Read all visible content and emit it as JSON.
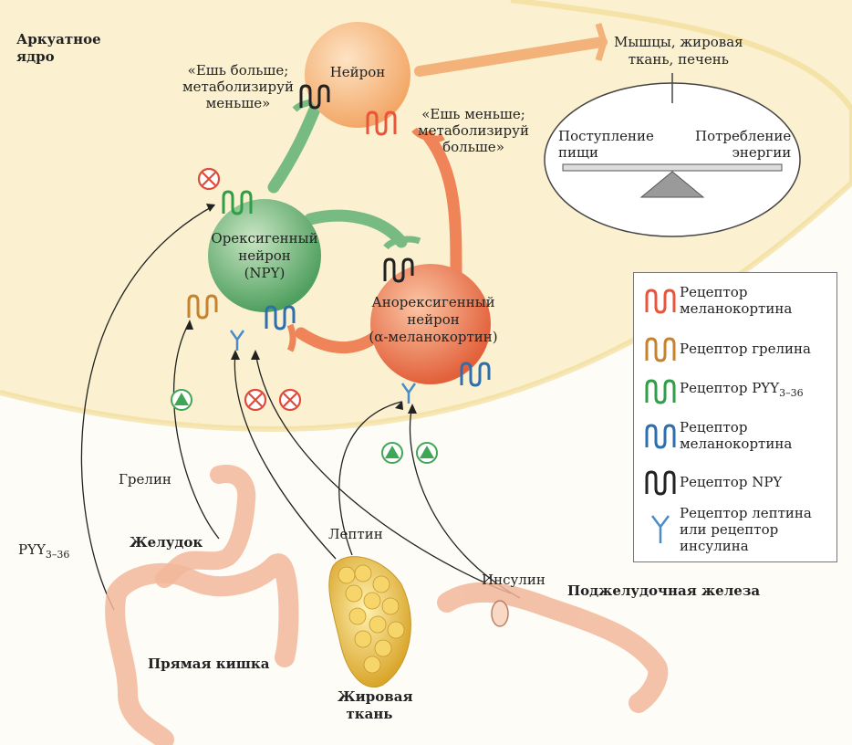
{
  "labels": {
    "arcuate": "Аркуатное\nядро",
    "neuron": "Нейрон",
    "eat_more": "«Ешь больше;\nметаболизируй\nменьше»",
    "eat_less": "«Ешь меньше;\nметаболизируй\nбольше»",
    "muscle": "Мышцы, жировая\nткань, печень",
    "intake": "Поступление\nпищи",
    "expenditure": "Потребление\nэнергии",
    "orexigenic": "Орексигенный\nнейрон\n(NPY)",
    "anorexigenic": "Анорексигенный\nнейрон\n(α-меланокортин)",
    "ghrelin": "Грелин",
    "pyy_base": "PYY",
    "pyy_sub": "3–36",
    "stomach": "Желудок",
    "leptin": "Лептин",
    "insulin": "Инсулин",
    "pancreas": "Поджелудочная железа",
    "rectum": "Прямая кишка",
    "adipose": "Жировая\nткань"
  },
  "legend": [
    {
      "icon": "receptor-melanocortin-red-icon",
      "color": "#e8553b",
      "text": "Рецептор\nмеланокортина"
    },
    {
      "icon": "receptor-ghrelin-icon",
      "color": "#c7822d",
      "text": "Рецептор грелина"
    },
    {
      "icon": "receptor-pyy-icon",
      "color": "#2f9e47",
      "text": "Рецептор PYY",
      "sub": "3–36"
    },
    {
      "icon": "receptor-melanocortin-blue-icon",
      "color": "#2d6fae",
      "text": "Рецептор\nмеланокортина"
    },
    {
      "icon": "receptor-npy-icon",
      "color": "#222222",
      "text": "Рецептор NPY"
    },
    {
      "icon": "receptor-leptin-insulin-icon",
      "color": "#4a8ccb",
      "text": "Рецептор лептина\nили рецептор\nинсулина"
    }
  ],
  "colors": {
    "neuron_top": "#f7c088",
    "orexigenic": "#6fb57a",
    "anorexigenic": "#ec7b4f",
    "stimulate": "#3fa656",
    "inhibit": "#e04a3a",
    "organ": "#f2b79a",
    "fat": "#e8c24c"
  }
}
